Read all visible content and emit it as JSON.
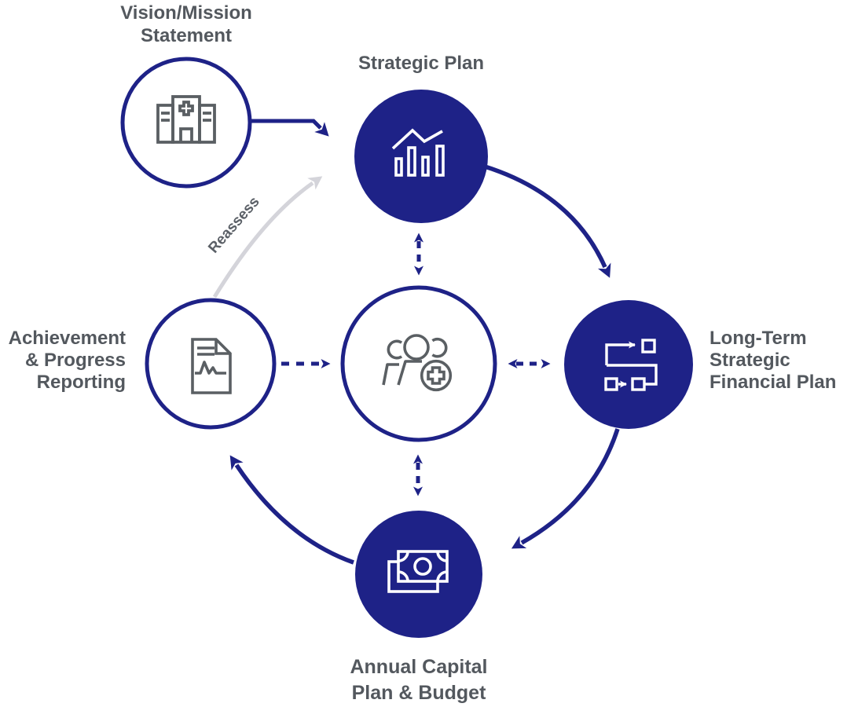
{
  "diagram": {
    "background_color": "#ffffff",
    "colors": {
      "primary_blue": "#1e2287",
      "label_gray": "#53585e",
      "icon_gray": "#5a5f63",
      "reassess_arrow_gray": "#d4d4da"
    },
    "nodes": {
      "vision": {
        "label": "Vision/Mission\nStatement",
        "icon": "hospital-icon",
        "variant": "outline"
      },
      "strategic": {
        "label": "Strategic Plan",
        "icon": "bar-chart-trend-icon",
        "variant": "solid"
      },
      "long_term": {
        "label": "Long-Term\nStrategic\nFinancial Plan",
        "icon": "workflow-icon",
        "variant": "solid"
      },
      "annual": {
        "label": "Annual Capital\nPlan & Budget",
        "icon": "cash-icon",
        "variant": "solid"
      },
      "achievement": {
        "label": "Achievement\n& Progress\nReporting",
        "icon": "report-document-icon",
        "variant": "outline"
      },
      "hub": {
        "label": "",
        "icon": "team-add-icon",
        "variant": "outline"
      }
    },
    "annotations": {
      "reassess_label": "Reassess"
    }
  }
}
